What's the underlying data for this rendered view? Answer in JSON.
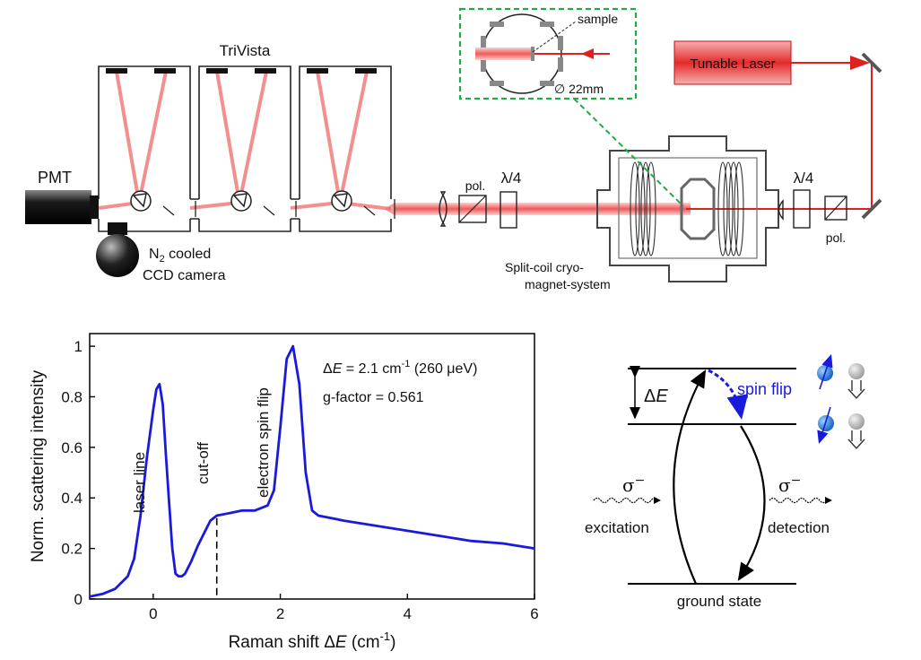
{
  "setup": {
    "trivista": "TriVista",
    "pmt": "PMT",
    "ccd_line1_pre": "N",
    "ccd_line1_sub": "2",
    "ccd_line1_post": " cooled",
    "ccd_line2": "CCD camera",
    "pol_left": "pol.",
    "lambda4_left": "λ/4",
    "magnet_line1": "Split-coil cryo-",
    "magnet_line2": "magnet-system",
    "lambda4_right": "λ/4",
    "pol_right": "pol.",
    "laser": "Tunable Laser",
    "inset_sample": "sample",
    "inset_diameter": "∅ 22mm",
    "colors": {
      "laser_red": "#e02020",
      "beam_pink": "#f06a6a",
      "inset_border": "#22aa44"
    }
  },
  "chart_data": {
    "type": "line",
    "title": "",
    "xlabel_pre": "Raman shift Δ",
    "xlabel_italic": "E",
    "xlabel_post": " (cm",
    "xlabel_sup": "-1",
    "xlabel_end": ")",
    "ylabel": "Norm. scattering intensity",
    "xlim": [
      -1,
      6
    ],
    "ylim": [
      0,
      1.05
    ],
    "xticks": [
      0,
      2,
      4,
      6
    ],
    "yticks": [
      0,
      0.2,
      0.4,
      0.6,
      0.8,
      1
    ],
    "series": [
      {
        "color": "#1a1adc",
        "x": [
          -1.0,
          -0.8,
          -0.6,
          -0.4,
          -0.3,
          -0.2,
          -0.1,
          0.0,
          0.05,
          0.1,
          0.15,
          0.2,
          0.25,
          0.3,
          0.35,
          0.4,
          0.45,
          0.5,
          0.6,
          0.7,
          0.8,
          0.9,
          1.0,
          1.2,
          1.4,
          1.6,
          1.8,
          1.9,
          2.0,
          2.1,
          2.2,
          2.3,
          2.4,
          2.5,
          2.6,
          2.8,
          3.0,
          3.5,
          4.0,
          4.5,
          5.0,
          5.5,
          6.0
        ],
        "y": [
          0.01,
          0.02,
          0.04,
          0.09,
          0.16,
          0.33,
          0.56,
          0.75,
          0.83,
          0.85,
          0.77,
          0.57,
          0.38,
          0.2,
          0.1,
          0.09,
          0.09,
          0.1,
          0.15,
          0.21,
          0.26,
          0.31,
          0.33,
          0.34,
          0.35,
          0.35,
          0.37,
          0.43,
          0.68,
          0.95,
          1.0,
          0.85,
          0.5,
          0.35,
          0.33,
          0.32,
          0.31,
          0.29,
          0.27,
          0.25,
          0.23,
          0.22,
          0.2
        ]
      }
    ],
    "annotations": {
      "laser_line": "laser line",
      "cutoff": "cut-off",
      "cutoff_x": 1.0,
      "spin_flip": "electron spin flip",
      "deltaE_pre": "Δ",
      "deltaE_italic": "E",
      "deltaE_mid": " = 2.1 cm",
      "deltaE_sup": "-1",
      "deltaE_post": " (260 μeV)",
      "gfactor": "g-factor = 0.561"
    }
  },
  "levels": {
    "deltaE_pre": "Δ",
    "deltaE_italic": "E",
    "spin_flip": "spin flip",
    "sigma_left": "σ",
    "sigma_left_sup": "−",
    "sigma_right": "σ",
    "sigma_right_sup": "−",
    "excitation": "excitation",
    "detection": "detection",
    "ground": "ground state",
    "colors": {
      "spin_arrow": "#1a1adc",
      "electron": "#1e7fe0"
    }
  }
}
